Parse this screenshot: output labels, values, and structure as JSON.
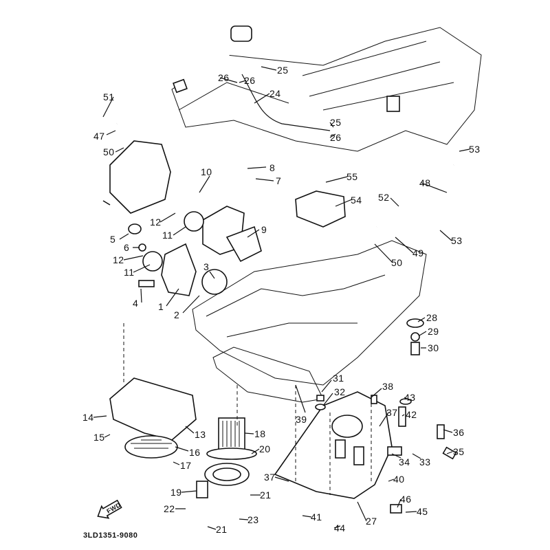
{
  "diagram": {
    "drawing_code": "3LD1351-9080",
    "fwd_label": "FWD",
    "callouts": [
      "25",
      "26",
      "26",
      "24",
      "51",
      "25",
      "26",
      "47",
      "50",
      "53",
      "10",
      "8",
      "7",
      "55",
      "48",
      "52",
      "54",
      "12",
      "11",
      "9",
      "5",
      "6",
      "53",
      "49",
      "12",
      "11",
      "3",
      "50",
      "4",
      "1",
      "2",
      "28",
      "29",
      "30",
      "31",
      "32",
      "38",
      "43",
      "39",
      "37",
      "42",
      "14",
      "13",
      "15",
      "18",
      "36",
      "16",
      "20",
      "34",
      "33",
      "35",
      "17",
      "40",
      "37",
      "19",
      "21",
      "46",
      "22",
      "45",
      "23",
      "41",
      "44",
      "27",
      "21"
    ]
  }
}
